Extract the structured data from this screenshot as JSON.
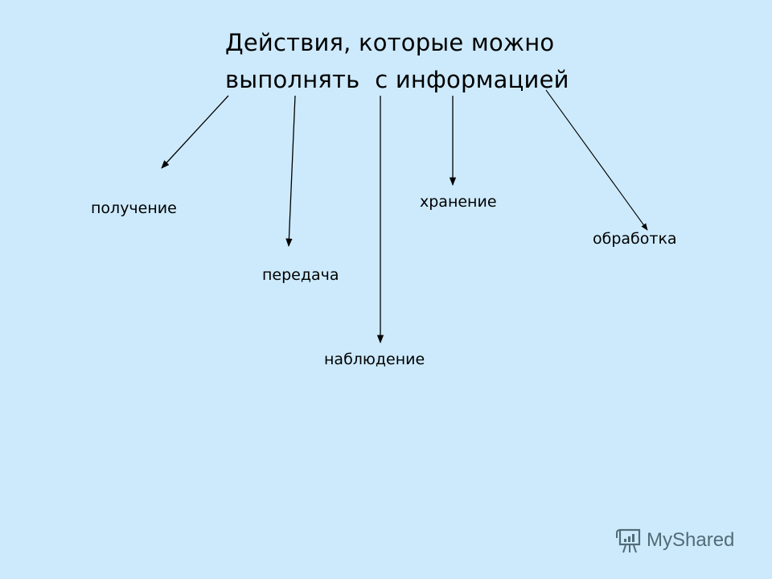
{
  "title": {
    "line1": "Действия, которые можно",
    "line2": "выполнять  с информацией"
  },
  "nodes": [
    {
      "id": "receive",
      "label": "получение"
    },
    {
      "id": "transfer",
      "label": "передача"
    },
    {
      "id": "observe",
      "label": "наблюдение"
    },
    {
      "id": "store",
      "label": "хранение"
    },
    {
      "id": "process",
      "label": "обработка"
    }
  ],
  "watermark": {
    "icon": "presentation-board-icon",
    "text": "MyShared"
  },
  "colors": {
    "background": "#cdeafc",
    "text": "#000000",
    "arrow": "#000000",
    "watermark": "#3d5560"
  }
}
